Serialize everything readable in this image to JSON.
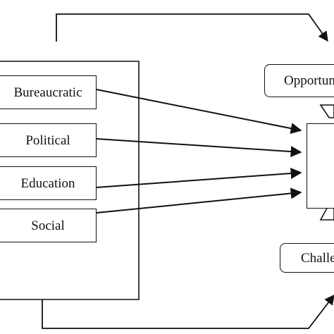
{
  "factors": [
    {
      "label": "Bureaucratic"
    },
    {
      "label": "Political"
    },
    {
      "label": "Education"
    },
    {
      "label": "Social"
    }
  ],
  "right_boxes": {
    "opportunities_label": "Opportun",
    "challenges_label": "Challe"
  },
  "colors": {
    "stroke": "#111111",
    "background": "#ffffff"
  }
}
